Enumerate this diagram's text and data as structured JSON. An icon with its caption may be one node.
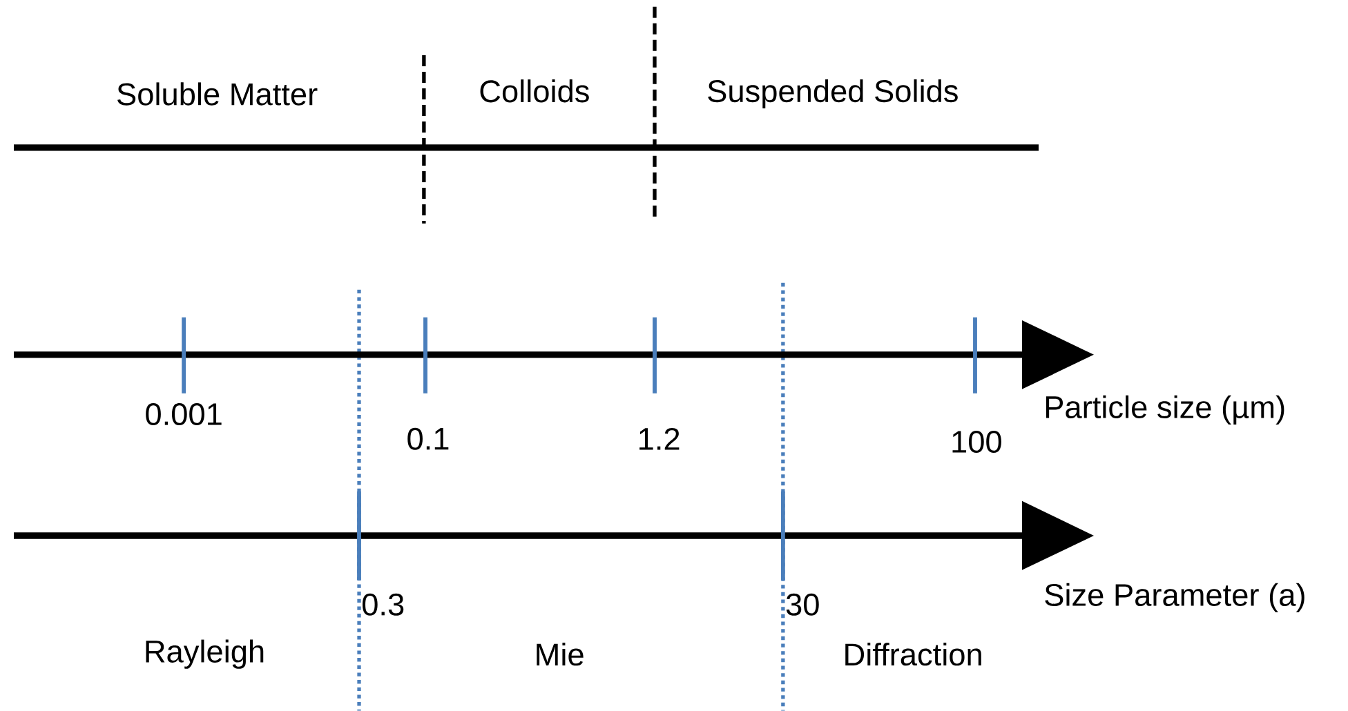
{
  "diagram": {
    "labels": [
      "Soluble Matter",
      "Colloids",
      "Suspended Solids",
      "0.001",
      "0.1",
      "1.2",
      "100",
      "Particle size (µm)",
      "0.3",
      "30",
      "Size Parameter (a)",
      "Rayleigh",
      "Mie",
      "Diffraction"
    ]
  }
}
